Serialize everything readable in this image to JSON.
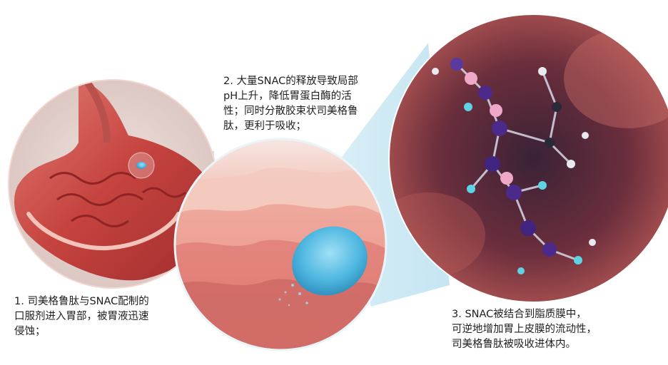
{
  "captions": {
    "step1": "1. 司美格鲁肽与SNAC配制的\n口服剂进入胃部，被胃液迅速\n侵蚀；",
    "step2": "2. 大量SNAC的释放导致局部\npH上升，降低胃蛋白酶的活\n性；同时分散胶束状司美格鲁\n肽，更利于吸收；",
    "step3": "3. SNAC被结合到脂质膜中，\n可逆地增加胃上皮膜的流动性，\n司美格鲁肽被吸收进体内。"
  },
  "colors": {
    "stomach": "#c8524f",
    "tablet": "#4fb7e0",
    "connector": "#a9dcee",
    "background": "#ffffff",
    "molecule_purple": "#4b2a8c",
    "molecule_cyan": "#5ed3e6",
    "molecule_pink": "#f0a8c8"
  },
  "icons": [
    "stomach-illustration",
    "tablet-icon",
    "tissue-illustration",
    "molecule-illustration"
  ]
}
